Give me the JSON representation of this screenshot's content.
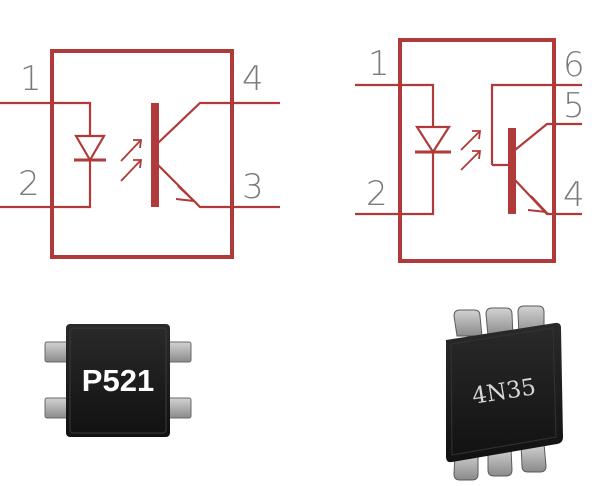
{
  "colors": {
    "schematic": "#b03a3a",
    "pin_label": "#7a7a7a",
    "chip_body": "#1c1c1c",
    "chip_lead": "#9a9a9a"
  },
  "left_schematic": {
    "pins": [
      "1",
      "2",
      "4",
      "3"
    ],
    "icons": [
      "led-diode-icon",
      "light-arrows-icon",
      "phototransistor-icon"
    ]
  },
  "right_schematic": {
    "pins": [
      "1",
      "2",
      "6",
      "5",
      "4"
    ],
    "icons": [
      "led-diode-icon",
      "light-arrows-icon",
      "phototransistor-icon"
    ]
  },
  "chips": {
    "left_label": "P521",
    "right_label": "4N35"
  }
}
